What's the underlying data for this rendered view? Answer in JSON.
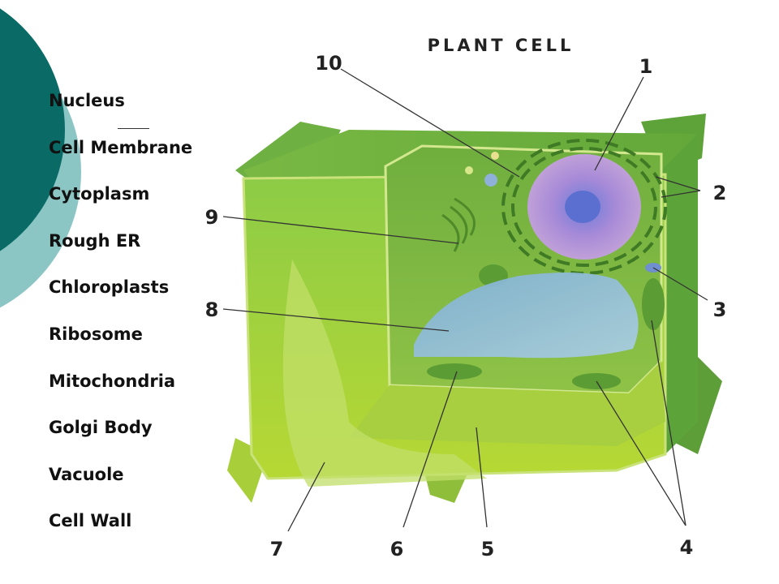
{
  "title": "PLANT CELL",
  "terms": [
    "Nucleus",
    "Cell Membrane",
    "Cytoplasm",
    "Rough ER",
    "Chloroplasts",
    "Ribosome",
    "Mitochondria",
    "Golgi Body",
    "Vacuole",
    "Cell Wall"
  ],
  "callouts": [
    "1",
    "2",
    "3",
    "4",
    "5",
    "6",
    "7",
    "8",
    "9",
    "10"
  ],
  "colors": {
    "teal_dark": "#0a6b66",
    "teal_light": "#8cc6c4",
    "cell_green": "#7dbf3e",
    "vacuole_blue": "#8bb6d6",
    "nucleus_purple": "#a07ad0"
  }
}
